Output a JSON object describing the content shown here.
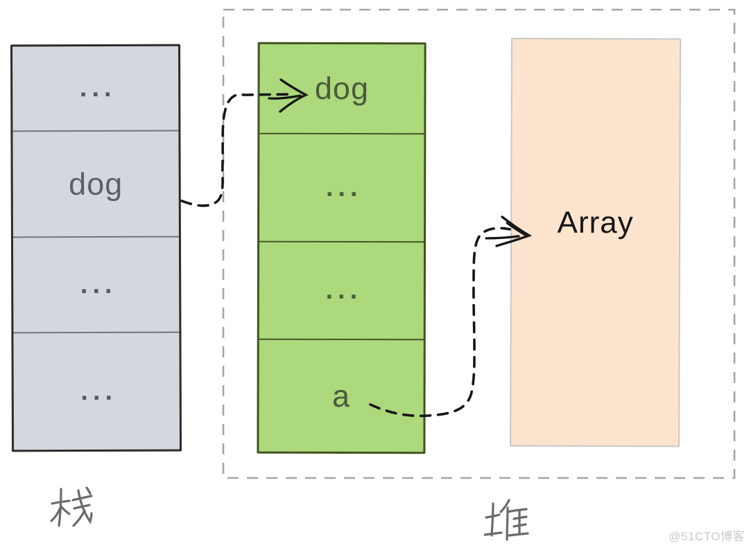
{
  "diagram": {
    "stack": {
      "label": "栈",
      "cells": [
        "...",
        "dog",
        "...",
        "..."
      ]
    },
    "heap": {
      "label": "堆",
      "green_box": {
        "cells": [
          "dog",
          "...",
          "...",
          "a"
        ]
      },
      "array_box": {
        "label": "Array"
      }
    },
    "arrows": [
      {
        "name": "stack-dog-to-heap-dog",
        "from": "stack cell dog",
        "to": "heap green cell dog",
        "line": "dashed"
      },
      {
        "name": "heap-a-to-array",
        "from": "heap green cell a",
        "to": "Array box",
        "line": "dashed"
      }
    ],
    "colors": {
      "stack_fill": "#d3d8de",
      "stack_border": "#2b2b2b",
      "green_fill": "#abd97b",
      "green_border": "#42521f",
      "array_fill": "#fde4ce",
      "array_border": "#c7c7c7",
      "heap_region_border": "#a5a5a5",
      "arrow": "#161616",
      "stack_text": "#5d6167",
      "green_text": "#4c5a3c",
      "array_text": "#161616",
      "label_ink": "#6a6a6a",
      "watermark": "#c9c9c9"
    },
    "watermark": "@51CTO博客"
  }
}
